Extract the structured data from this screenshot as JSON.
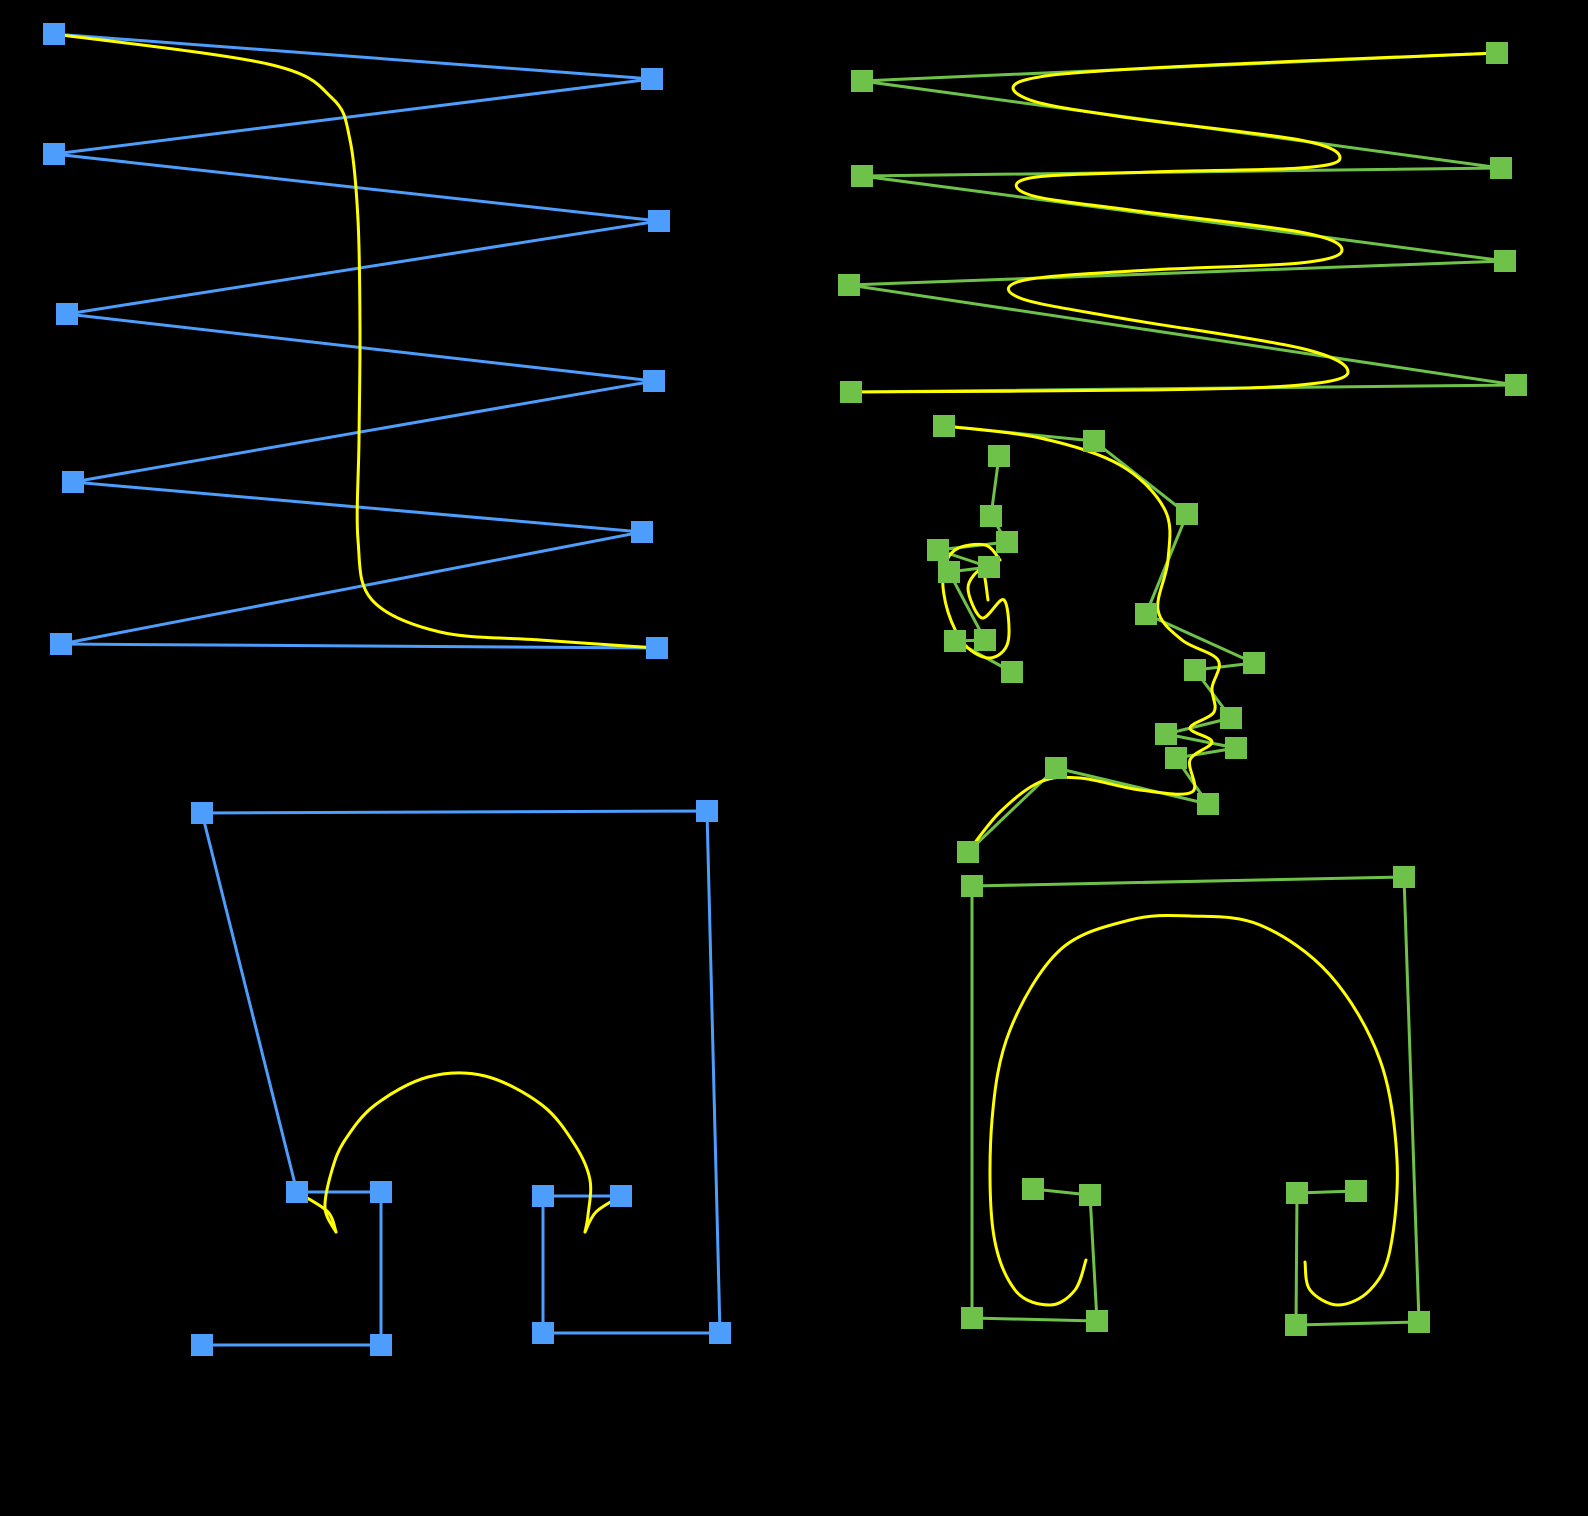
{
  "colors": {
    "background": "#000000",
    "control_blue": "#4d9efc",
    "control_green": "#6ec24a",
    "curve": "#ffff00"
  },
  "panels": [
    {
      "id": "zigzag-blue",
      "color_key": "control_blue",
      "control_points": [
        [
          54,
          34
        ],
        [
          652,
          79
        ],
        [
          54,
          154
        ],
        [
          659,
          221
        ],
        [
          67,
          314
        ],
        [
          654,
          381
        ],
        [
          73,
          482
        ],
        [
          642,
          532
        ],
        [
          61,
          644
        ],
        [
          657,
          648
        ]
      ],
      "curve": [
        [
          54,
          34
        ],
        [
          268,
          64
        ],
        [
          332,
          98
        ],
        [
          350,
          140
        ],
        [
          358,
          220
        ],
        [
          360,
          330
        ],
        [
          359,
          440
        ],
        [
          358,
          540
        ],
        [
          372,
          600
        ],
        [
          440,
          632
        ],
        [
          540,
          640
        ],
        [
          657,
          648
        ]
      ]
    },
    {
      "id": "zigzag-green",
      "color_key": "control_green",
      "control_points": [
        [
          1497,
          53
        ],
        [
          862,
          81
        ],
        [
          1501,
          168
        ],
        [
          862,
          176
        ],
        [
          1505,
          261
        ],
        [
          849,
          285
        ],
        [
          1516,
          385
        ],
        [
          851,
          392
        ]
      ],
      "curve": [
        [
          1497,
          53
        ],
        [
          1150,
          68
        ],
        [
          1025,
          80
        ],
        [
          1030,
          100
        ],
        [
          1130,
          118
        ],
        [
          1300,
          140
        ],
        [
          1340,
          158
        ],
        [
          1300,
          168
        ],
        [
          1150,
          172
        ],
        [
          1030,
          178
        ],
        [
          1030,
          195
        ],
        [
          1130,
          210
        ],
        [
          1300,
          232
        ],
        [
          1342,
          250
        ],
        [
          1300,
          263
        ],
        [
          1150,
          270
        ],
        [
          1025,
          280
        ],
        [
          1020,
          298
        ],
        [
          1120,
          318
        ],
        [
          1300,
          348
        ],
        [
          1348,
          372
        ],
        [
          1300,
          385
        ],
        [
          1150,
          390
        ],
        [
          851,
          392
        ]
      ]
    },
    {
      "id": "face-green",
      "color_key": "control_green",
      "control_points": [
        [
          944,
          426
        ],
        [
          1094,
          441
        ],
        [
          1187,
          514
        ],
        [
          1146,
          614
        ],
        [
          1254,
          663
        ],
        [
          1195,
          670
        ],
        [
          1231,
          718
        ],
        [
          1166,
          734
        ],
        [
          1236,
          748
        ],
        [
          1176,
          758
        ],
        [
          1208,
          804
        ],
        [
          1056,
          768
        ],
        [
          968,
          852
        ]
      ],
      "curve": [
        [
          944,
          426
        ],
        [
          1040,
          438
        ],
        [
          1120,
          465
        ],
        [
          1165,
          510
        ],
        [
          1168,
          560
        ],
        [
          1158,
          610
        ],
        [
          1182,
          640
        ],
        [
          1218,
          660
        ],
        [
          1212,
          688
        ],
        [
          1214,
          712
        ],
        [
          1190,
          728
        ],
        [
          1212,
          742
        ],
        [
          1190,
          760
        ],
        [
          1192,
          792
        ],
        [
          1140,
          790
        ],
        [
          1080,
          778
        ],
        [
          1040,
          782
        ],
        [
          1000,
          812
        ],
        [
          968,
          852
        ]
      ],
      "eye_control_points": [
        [
          999,
          456
        ],
        [
          991,
          516
        ],
        [
          1007,
          542
        ],
        [
          938,
          550
        ],
        [
          989,
          567
        ],
        [
          949,
          572
        ],
        [
          985,
          640
        ],
        [
          955,
          641
        ],
        [
          1012,
          672
        ]
      ],
      "eye_curve": [
        [
          1000,
          560
        ],
        [
          985,
          545
        ],
        [
          955,
          550
        ],
        [
          943,
          575
        ],
        [
          948,
          612
        ],
        [
          965,
          645
        ],
        [
          990,
          658
        ],
        [
          1008,
          642
        ],
        [
          1004,
          600
        ],
        [
          982,
          618
        ],
        [
          968,
          588
        ],
        [
          982,
          570
        ],
        [
          988,
          600
        ]
      ]
    },
    {
      "id": "arch-blue",
      "color_key": "control_blue",
      "control_points": [
        [
          202,
          1345
        ],
        [
          381,
          1345
        ],
        [
          381,
          1192
        ],
        [
          297,
          1192
        ],
        [
          202,
          813
        ],
        [
          707,
          811
        ],
        [
          720,
          1333
        ],
        [
          543,
          1333
        ],
        [
          543,
          1196
        ],
        [
          621,
          1196
        ]
      ],
      "curve_left": [
        [
          336,
          1232
        ],
        [
          325,
          1208
        ],
        [
          332,
          1170
        ],
        [
          345,
          1140
        ],
        [
          375,
          1105
        ],
        [
          428,
          1077
        ],
        [
          485,
          1076
        ],
        [
          542,
          1105
        ],
        [
          575,
          1145
        ],
        [
          590,
          1180
        ],
        [
          588,
          1215
        ],
        [
          585,
          1232
        ]
      ],
      "hook_left": [
        [
          336,
          1232
        ],
        [
          328,
          1212
        ],
        [
          302,
          1195
        ]
      ],
      "hook_right": [
        [
          585,
          1232
        ],
        [
          596,
          1212
        ],
        [
          621,
          1196
        ]
      ]
    },
    {
      "id": "arch-green",
      "color_key": "control_green",
      "control_points": [
        [
          1033,
          1189
        ],
        [
          1090,
          1195
        ],
        [
          1097,
          1321
        ],
        [
          972,
          1318
        ],
        [
          972,
          886
        ],
        [
          1404,
          877
        ],
        [
          1419,
          1322
        ],
        [
          1296,
          1325
        ],
        [
          1297,
          1193
        ],
        [
          1356,
          1191
        ]
      ],
      "curve": [
        [
          1086,
          1260
        ],
        [
          1075,
          1290
        ],
        [
          1050,
          1305
        ],
        [
          1015,
          1290
        ],
        [
          993,
          1230
        ],
        [
          992,
          1120
        ],
        [
          1010,
          1030
        ],
        [
          1060,
          950
        ],
        [
          1130,
          920
        ],
        [
          1190,
          916
        ],
        [
          1260,
          925
        ],
        [
          1330,
          975
        ],
        [
          1380,
          1060
        ],
        [
          1397,
          1160
        ],
        [
          1390,
          1250
        ],
        [
          1370,
          1290
        ],
        [
          1338,
          1305
        ],
        [
          1310,
          1290
        ],
        [
          1305,
          1262
        ]
      ]
    }
  ]
}
